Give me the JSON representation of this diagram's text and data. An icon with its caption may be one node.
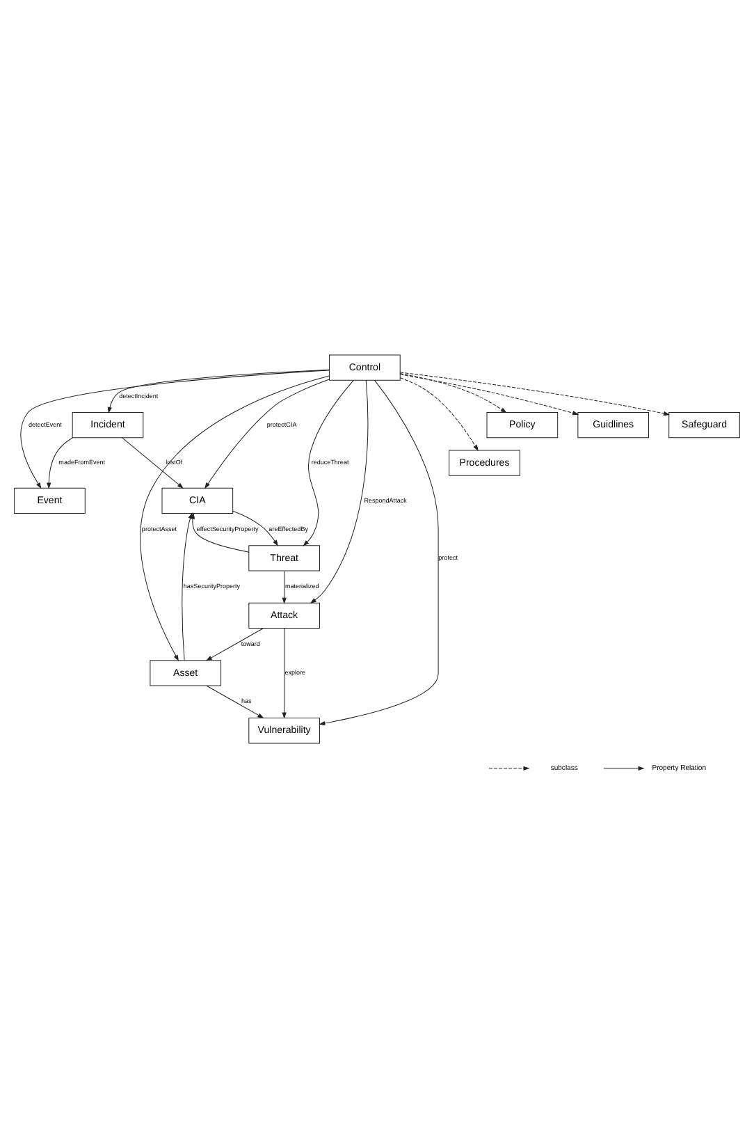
{
  "diagram": {
    "nodes": [
      {
        "text": [
          "Incident"
        ]
      },
      {
        "text": [
          "Event"
        ]
      },
      {
        "text": [
          "Vulnerability"
        ]
      },
      {
        "text": [
          "Asset"
        ]
      },
      {
        "text": [
          "CIA"
        ]
      },
      {
        "text": [
          "Attack"
        ]
      },
      {
        "text": [
          "Threat"
        ]
      },
      {
        "text": [
          "Control"
        ]
      },
      {
        "text": [
          "Procedures"
        ]
      },
      {
        "text": [
          "Policy"
        ]
      },
      {
        "text": [
          "Guidlines"
        ]
      },
      {
        "text": [
          "Safeguard"
        ]
      }
    ],
    "edges": [
      {
        "from": 0,
        "to": 4,
        "arrow": "to",
        "label": "lostOf"
      },
      {
        "from": 0,
        "to": 1,
        "arrow": "to",
        "label": "madeFromEvent"
      },
      {
        "from": 7,
        "to": 0,
        "arrow": "to",
        "label": "detectIncident"
      },
      {
        "from": 7,
        "to": 1,
        "arrow": "to",
        "label": "detectEvent"
      },
      {
        "from": 7,
        "to": 2,
        "arrow": "to",
        "label": "protect"
      },
      {
        "from": 3,
        "to": 2,
        "arrow": "to",
        "label": "has"
      },
      {
        "from": 5,
        "to": 2,
        "arrow": "to",
        "label": "explore"
      },
      {
        "from": 5,
        "to": 3,
        "arrow": "to",
        "label": "toward"
      },
      {
        "from": 7,
        "to": 3,
        "arrow": "to",
        "label": "protectAsset"
      },
      {
        "from": 3,
        "to": 4,
        "arrow": "to",
        "label": "hasSecurityProperty"
      },
      {
        "from": 7,
        "to": 4,
        "arrow": "to",
        "label": "protectCIA"
      },
      {
        "from": 6,
        "to": 4,
        "arrow": "to",
        "label": "effectSecurityProperty"
      },
      {
        "from": 4,
        "to": 6,
        "arrow": "to",
        "label": "areEffectedBy"
      },
      {
        "from": 6,
        "to": 5,
        "arrow": "to",
        "label": "materialized"
      },
      {
        "from": 7,
        "to": 5,
        "arrow": "to",
        "label": "RespondAttack"
      },
      {
        "from": 7,
        "to": 6,
        "arrow": "to",
        "label": "reduceThreat"
      },
      {
        "from": 7,
        "to": 8,
        "arrow": "to",
        "style": "dashed"
      },
      {
        "from": 7,
        "to": 9,
        "arrow": "to",
        "style": "dashed"
      },
      {
        "from": 7,
        "to": 10,
        "arrow": "to",
        "style": "dashed"
      },
      {
        "from": 7,
        "to": 11,
        "arrow": "to",
        "style": "dashed"
      }
    ],
    "legend": [
      {
        "text": "subclass"
      },
      {
        "text": "Property Relation"
      }
    ]
  }
}
